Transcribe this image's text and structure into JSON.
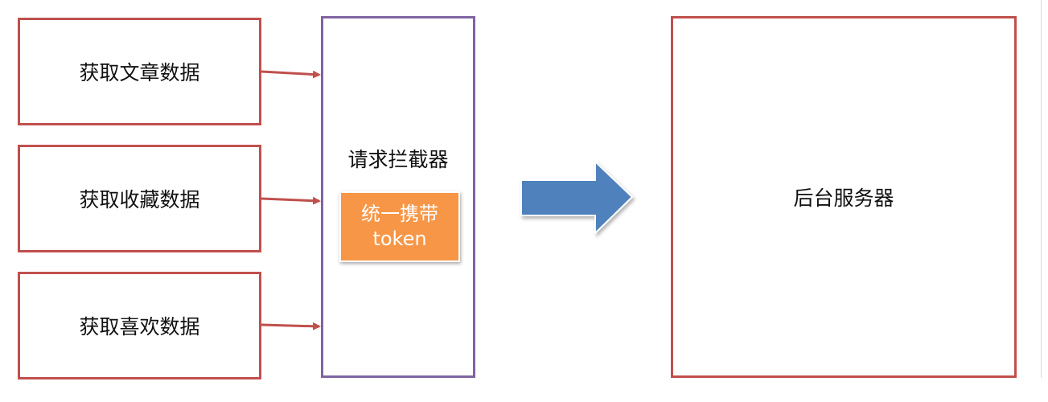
{
  "requests": [
    {
      "label": "获取文章数据"
    },
    {
      "label": "获取收藏数据"
    },
    {
      "label": "获取喜欢数据"
    }
  ],
  "interceptor": {
    "title": "请求拦截器",
    "badge_line1": "统一携带",
    "badge_line2": "token"
  },
  "server": {
    "label": "后台服务器"
  },
  "colors": {
    "request_border": "#c0504d",
    "interceptor_border": "#8064a2",
    "badge_fill": "#f79646",
    "big_arrow_fill": "#4f81bd",
    "server_border": "#c0504d"
  }
}
